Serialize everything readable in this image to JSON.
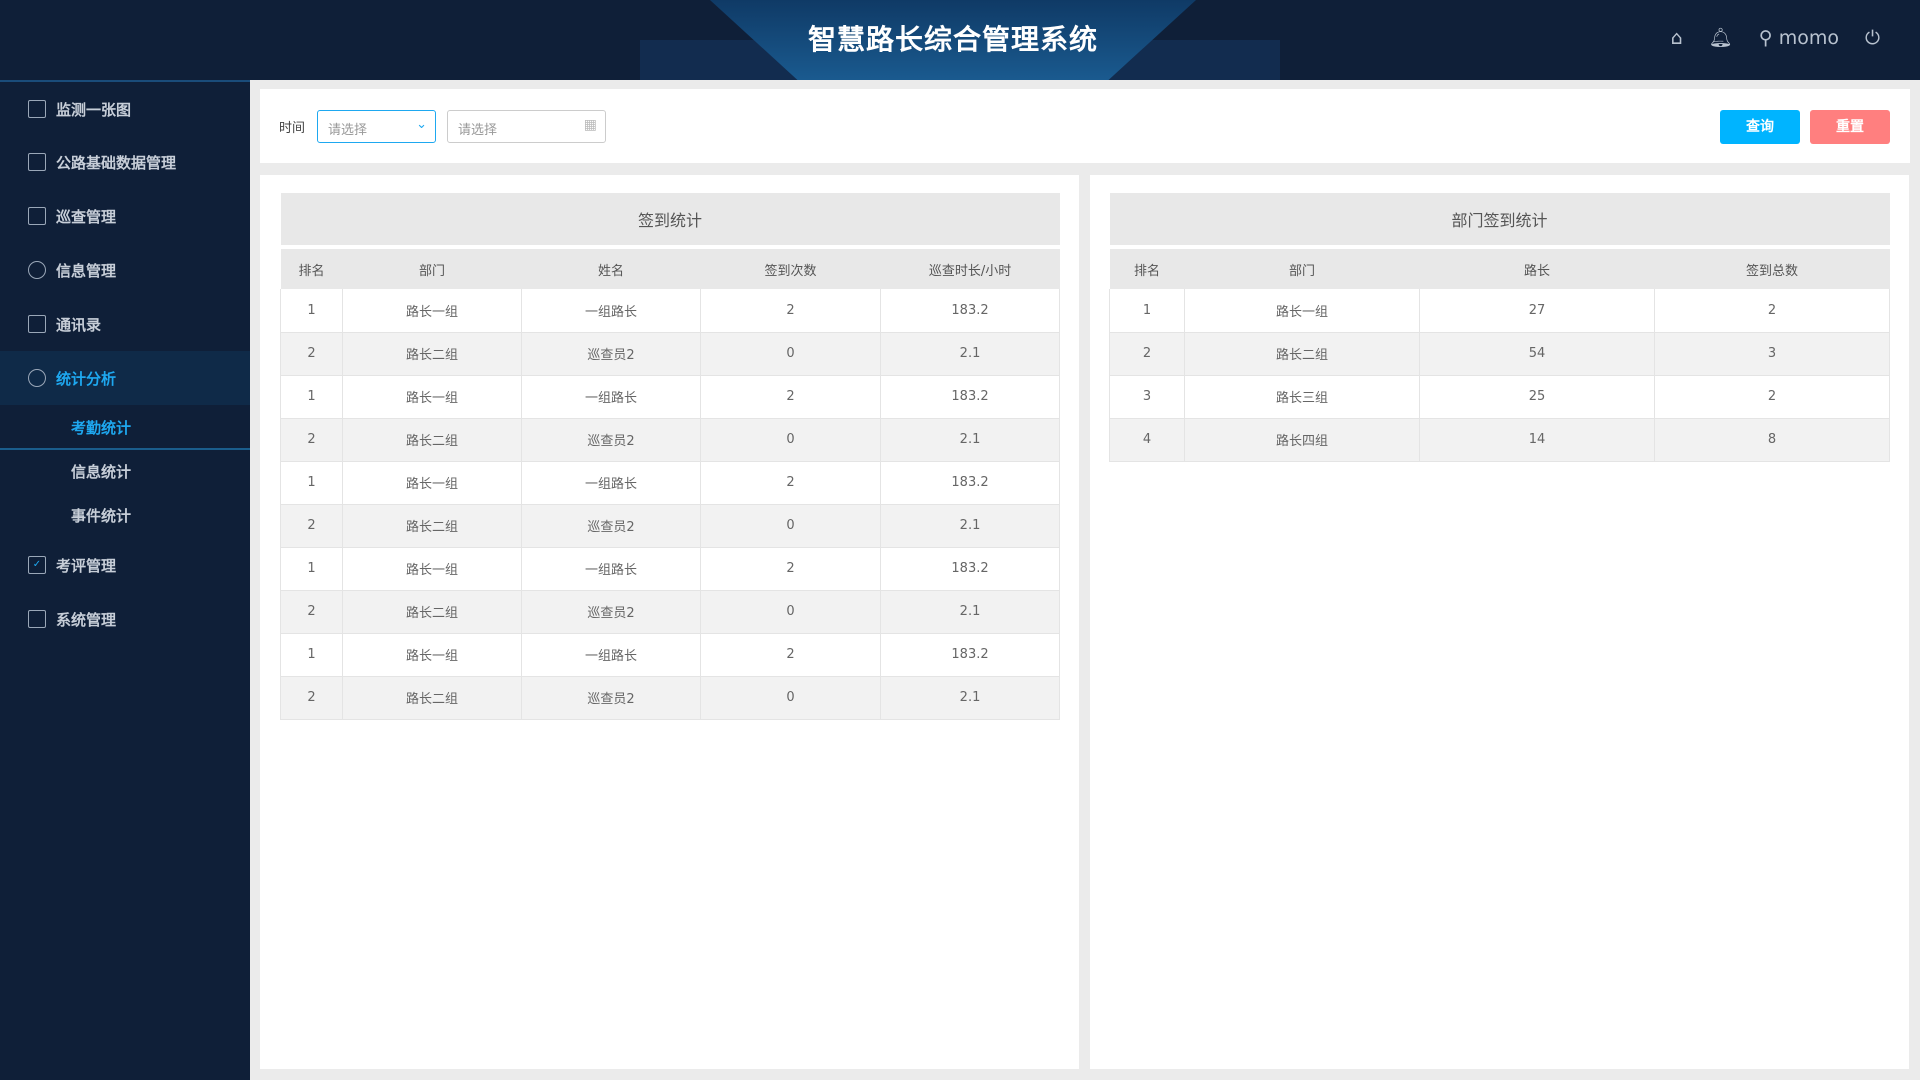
{
  "header": {
    "title": "智慧路长综合管理系统",
    "username": "momo",
    "icons": [
      "home-icon",
      "bell-icon",
      "user-icon",
      "power-icon"
    ]
  },
  "sidebar": {
    "items": [
      {
        "label": "监测一张图",
        "icon": "map-icon"
      },
      {
        "label": "公路基础数据管理",
        "icon": "road-icon"
      },
      {
        "label": "巡查管理",
        "icon": "chart-line-icon"
      },
      {
        "label": "信息管理",
        "icon": "user-edit-icon"
      },
      {
        "label": "通讯录",
        "icon": "contacts-icon"
      },
      {
        "label": "统计分析",
        "icon": "pie-chart-icon",
        "active": true
      },
      {
        "label": "考评管理",
        "icon": "clipboard-check-icon"
      },
      {
        "label": "系统管理",
        "icon": "monitor-gear-icon"
      }
    ],
    "subitems": [
      {
        "label": "考勤统计",
        "active": true
      },
      {
        "label": "信息统计"
      },
      {
        "label": "事件统计"
      }
    ]
  },
  "filter": {
    "label": "时间",
    "select_placeholder": "请选择",
    "date_placeholder": "请选择",
    "query": "查询",
    "reset": "重置",
    "query_color": "#00b4ff",
    "reset_color": "#ff7f7f"
  },
  "sign_table": {
    "title": "签到统计",
    "headers": [
      "排名",
      "部门",
      "姓名",
      "签到次数",
      "巡查时长/小时"
    ],
    "rows": [
      [
        "1",
        "路长一组",
        "一组路长",
        "2",
        "183.2"
      ],
      [
        "2",
        "路长二组",
        "巡查员2",
        "0",
        "2.1"
      ],
      [
        "1",
        "路长一组",
        "一组路长",
        "2",
        "183.2"
      ],
      [
        "2",
        "路长二组",
        "巡查员2",
        "0",
        "2.1"
      ],
      [
        "1",
        "路长一组",
        "一组路长",
        "2",
        "183.2"
      ],
      [
        "2",
        "路长二组",
        "巡查员2",
        "0",
        "2.1"
      ],
      [
        "1",
        "路长一组",
        "一组路长",
        "2",
        "183.2"
      ],
      [
        "2",
        "路长二组",
        "巡查员2",
        "0",
        "2.1"
      ],
      [
        "1",
        "路长一组",
        "一组路长",
        "2",
        "183.2"
      ],
      [
        "2",
        "路长二组",
        "巡查员2",
        "0",
        "2.1"
      ]
    ]
  },
  "dept_table": {
    "title": "部门签到统计",
    "headers": [
      "排名",
      "部门",
      "路长",
      "签到总数"
    ],
    "rows": [
      [
        "1",
        "路长一组",
        "27",
        "2"
      ],
      [
        "2",
        "路长二组",
        "54",
        "3"
      ],
      [
        "3",
        "路长三组",
        "25",
        "2"
      ],
      [
        "4",
        "路长四组",
        "14",
        "8"
      ]
    ]
  }
}
